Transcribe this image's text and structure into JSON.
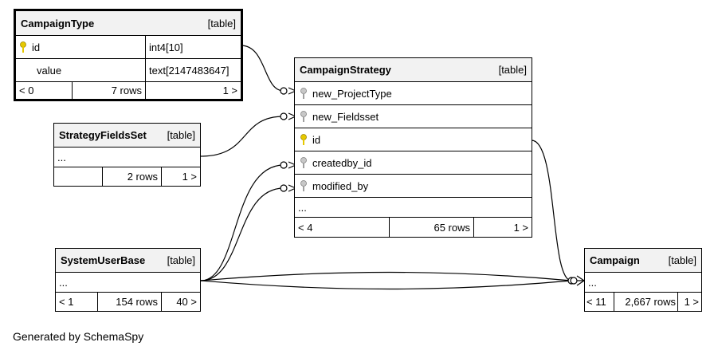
{
  "tables": {
    "campaigntype": {
      "name": "CampaignType",
      "kind": "[table]",
      "columns": [
        {
          "name": "id",
          "type": "int4[10]",
          "key": "primary"
        },
        {
          "name": "value",
          "type": "text[2147483647]",
          "key": "none"
        }
      ],
      "footer": {
        "parents": "< 0",
        "rows": "7 rows",
        "children": "1 >"
      }
    },
    "campaignstrategy": {
      "name": "CampaignStrategy",
      "kind": "[table]",
      "columns": [
        {
          "name": "new_ProjectType",
          "key": "foreign"
        },
        {
          "name": "new_Fieldsset",
          "key": "foreign"
        },
        {
          "name": "id",
          "key": "primary"
        },
        {
          "name": "createdby_id",
          "key": "foreign"
        },
        {
          "name": "modified_by",
          "key": "foreign"
        }
      ],
      "ellipsis": "...",
      "footer": {
        "parents": "< 4",
        "rows": "65 rows",
        "children": "1 >"
      }
    },
    "strategyfieldsset": {
      "name": "StrategyFieldsSet",
      "kind": "[table]",
      "ellipsis": "...",
      "footer": {
        "parents": "",
        "rows": "2 rows",
        "children": "1 >"
      }
    },
    "systemuserbase": {
      "name": "SystemUserBase",
      "kind": "[table]",
      "ellipsis": "...",
      "footer": {
        "parents": "< 1",
        "rows": "154 rows",
        "children": "40 >"
      }
    },
    "campaign": {
      "name": "Campaign",
      "kind": "[table]",
      "ellipsis": "...",
      "footer": {
        "parents": "< 11",
        "rows": "2,667 rows",
        "children": "1 >"
      }
    }
  },
  "colors": {
    "primary_key": "#e6c800",
    "foreign_key": "#a0a0a0",
    "header_bg": "#f2f2f2"
  },
  "footer_text": "Generated by SchemaSpy"
}
